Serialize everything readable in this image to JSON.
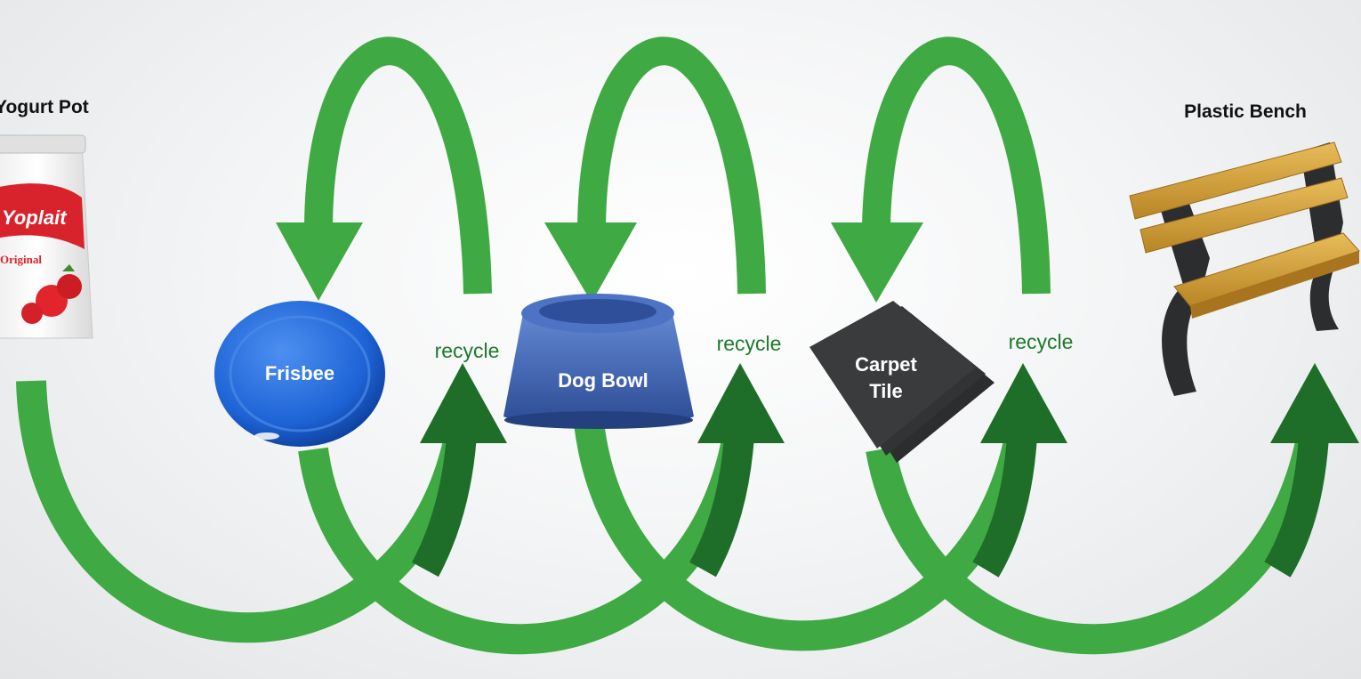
{
  "diagram": {
    "start_item": {
      "label": "Yogurt Pot",
      "brand": "Yoplait",
      "variant": "Original"
    },
    "end_item": {
      "label": "Plastic Bench"
    },
    "steps": [
      {
        "label": "Frisbee"
      },
      {
        "label": "Dog Bowl"
      },
      {
        "label_line1": "Carpet",
        "label_line2": "Tile"
      }
    ],
    "recycle_label": "recycle",
    "colors": {
      "arrow_light": "#3fa943",
      "arrow_dark": "#1e6e2a",
      "recycle_text": "#1f7a2a",
      "frisbee": "#1e63d6",
      "dog_bowl": "#3f64b5",
      "carpet_tile": "#3a3b3d",
      "bench_wood": "#d7a53f",
      "bench_iron": "#2b2d2f"
    }
  }
}
